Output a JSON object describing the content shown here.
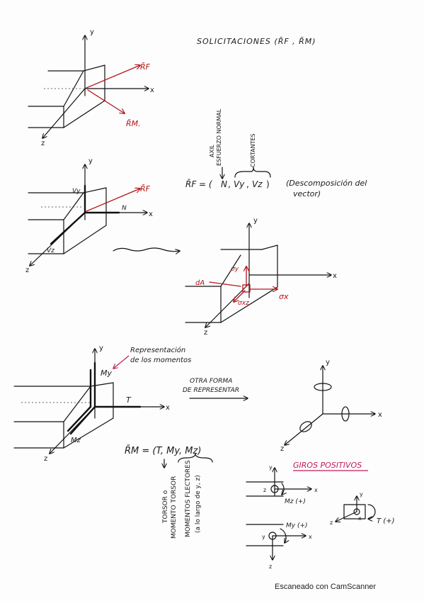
{
  "title": "SOLICITACIONES (R̄F , R̄M)",
  "axes": {
    "x": "x",
    "y": "y",
    "z": "z"
  },
  "vectors": {
    "rf": "R̄F",
    "rm": "R̄M."
  },
  "decomp": {
    "equation_lhs": "R̄F = (",
    "n": "N",
    "vy": "Vy",
    "vz": "Vz",
    "close": ")",
    "axil": "AXIL",
    "esfuerzo_normal": "ESFUERZO NORMAL",
    "cortantes": "CORTANTES",
    "note_line1": "(Descomposición del",
    "note_line2": "vector)"
  },
  "beam2": {
    "vy": "Vy",
    "vz": "Vz",
    "n": "N",
    "rf": "R̄F"
  },
  "stress": {
    "da": "dA",
    "sigma_y": "σy",
    "sigma_x": "σx",
    "sigma_xz": "σxz"
  },
  "moments": {
    "label_line1": "Representación",
    "label_line2": "de los momentos",
    "my": "My",
    "mz": "Mz",
    "t": "T"
  },
  "other_form": {
    "line1": "OTRA FORMA",
    "line2": "DE REPRESENTAR"
  },
  "rm_eq": {
    "lhs": "R̄M = (T, My, Mz)",
    "torsor1": "TORSOR o",
    "torsor2": "MOMENTO TORSOR",
    "flectores1": "MOMENTOS FLECTORES",
    "flectores2": "(a lo largo de y, z)"
  },
  "giros": {
    "title": "GIROS POSITIVOS",
    "mz_plus": "Mz (+)",
    "my_plus": "My (+)",
    "t_plus": "T (+)"
  },
  "footer": "Escaneado con CamScanner"
}
